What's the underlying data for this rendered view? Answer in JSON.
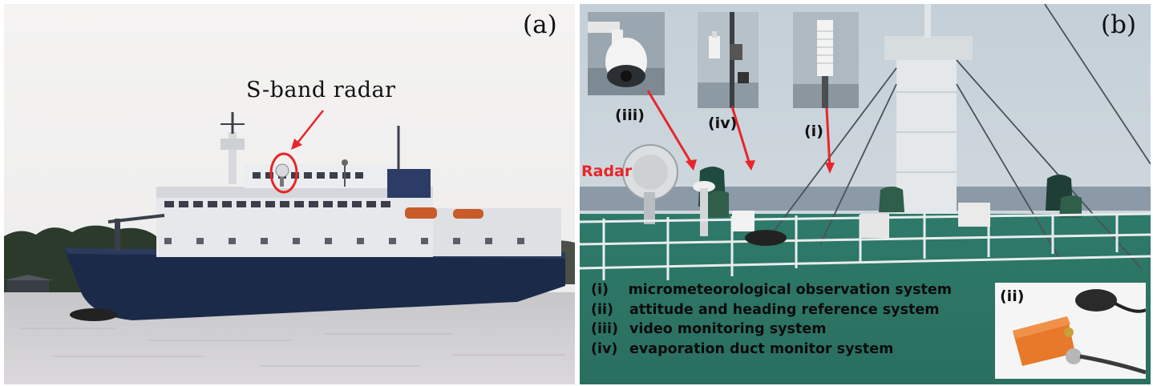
{
  "panel_a": {
    "label": "(a)",
    "annotation": "S-band radar"
  },
  "panel_b": {
    "label": "(b)",
    "radar_label": "Radar",
    "insets": {
      "video": {
        "tag": "(iii)"
      },
      "evaporation": {
        "tag": "(iv)"
      },
      "micromet": {
        "tag": "(i)"
      },
      "attitude": {
        "tag": "(ii)"
      }
    },
    "legend": [
      {
        "key": "(i)",
        "text": "micrometeorological observation system"
      },
      {
        "key": "(ii)",
        "text": "attitude and heading reference system"
      },
      {
        "key": "(iii)",
        "text": "video monitoring system"
      },
      {
        "key": "(iv)",
        "text": "evaporation duct monitor system"
      }
    ]
  },
  "colors": {
    "annotation_red": "#e8262a",
    "deck_green": "#2f7d6d",
    "hull_navy": "#1c2a4a"
  }
}
